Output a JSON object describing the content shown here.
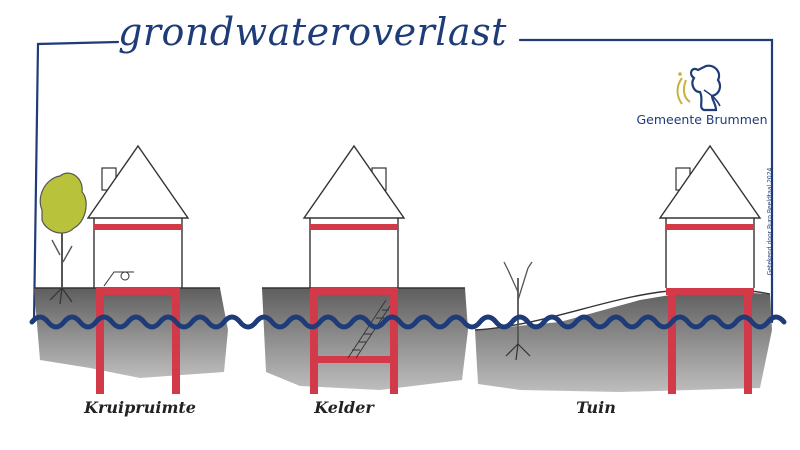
{
  "title": "grondwateroverlast",
  "brand": {
    "name": "Gemeente Brummen"
  },
  "credit": "Getekend door Buro Beeldtaal 2024",
  "panels": [
    {
      "label": "Kruipruimte"
    },
    {
      "label": "Kelder"
    },
    {
      "label": "Tuin"
    }
  ],
  "colors": {
    "frame": "#1f3c78",
    "water": "#1f3c78",
    "structure": "#d23a4a",
    "soil": "#9a9a9a",
    "tree": "#b8c23a"
  }
}
